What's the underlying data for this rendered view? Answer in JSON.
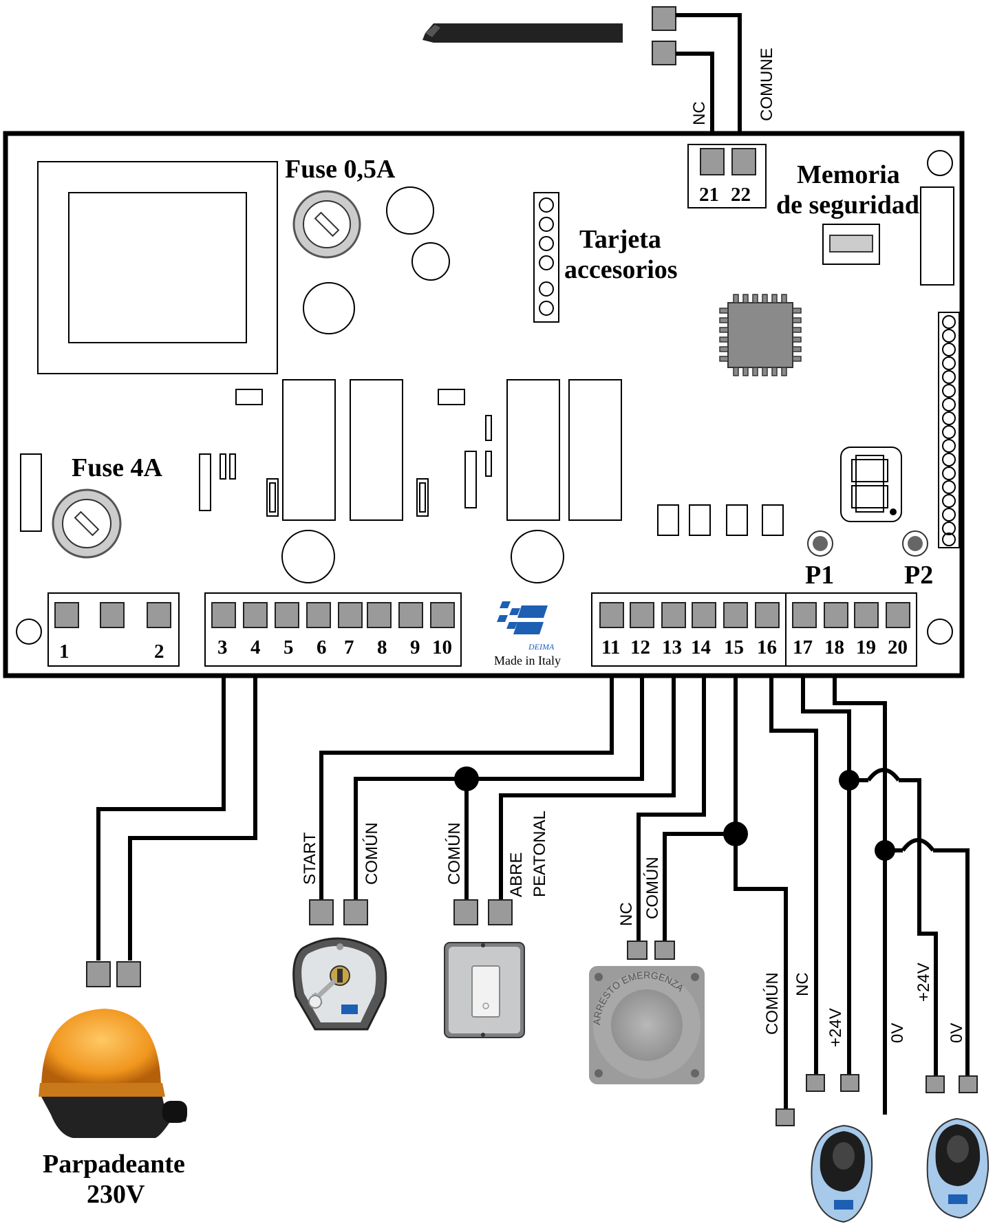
{
  "board": {
    "fuse_small": "Fuse 0,5A",
    "fuse_large": "Fuse 4A",
    "accessory_card": [
      "Tarjeta",
      "accesorios"
    ],
    "memory": [
      "Memoria",
      "de seguridad"
    ],
    "buttons": [
      "P1",
      "P2"
    ],
    "made_in": "Made in Italy",
    "logo_small": "DEIMA",
    "terminals": {
      "group_a": [
        "1",
        "2"
      ],
      "group_b": [
        "3",
        "4",
        "5",
        "6",
        "7",
        "8",
        "9",
        "10"
      ],
      "group_c": [
        "11",
        "12",
        "13",
        "14",
        "15",
        "16"
      ],
      "group_d": [
        "17",
        "18",
        "19",
        "20"
      ],
      "group_top": [
        "21",
        "22"
      ]
    }
  },
  "wire_labels": {
    "antenna_nc": "NC",
    "antenna_common": "COMUNE",
    "key_start": "START",
    "key_common": "COMÚN",
    "ped_common": "COMÚN",
    "ped_open": [
      "ABRE",
      "PEATONAL"
    ],
    "stop_nc": "NC",
    "stop_common": "COMÚN",
    "photo_common": "COMÚN",
    "photo_nc": "NC",
    "photo_24v_a": "+24V",
    "photo_0v_a": "0V",
    "photo_24v_b": "+24V",
    "photo_0v_b": "0V"
  },
  "devices": {
    "lamp_label": [
      "Parpadeante",
      "230V"
    ],
    "emergency_text": "ARRESTO EMERGENZA"
  },
  "colors": {
    "lamp_orange": "#f0961e",
    "terminal_grey": "#9a9a9a",
    "logo_blue": "#1d5fb3",
    "photocell_blue": "#a7c9ea"
  }
}
